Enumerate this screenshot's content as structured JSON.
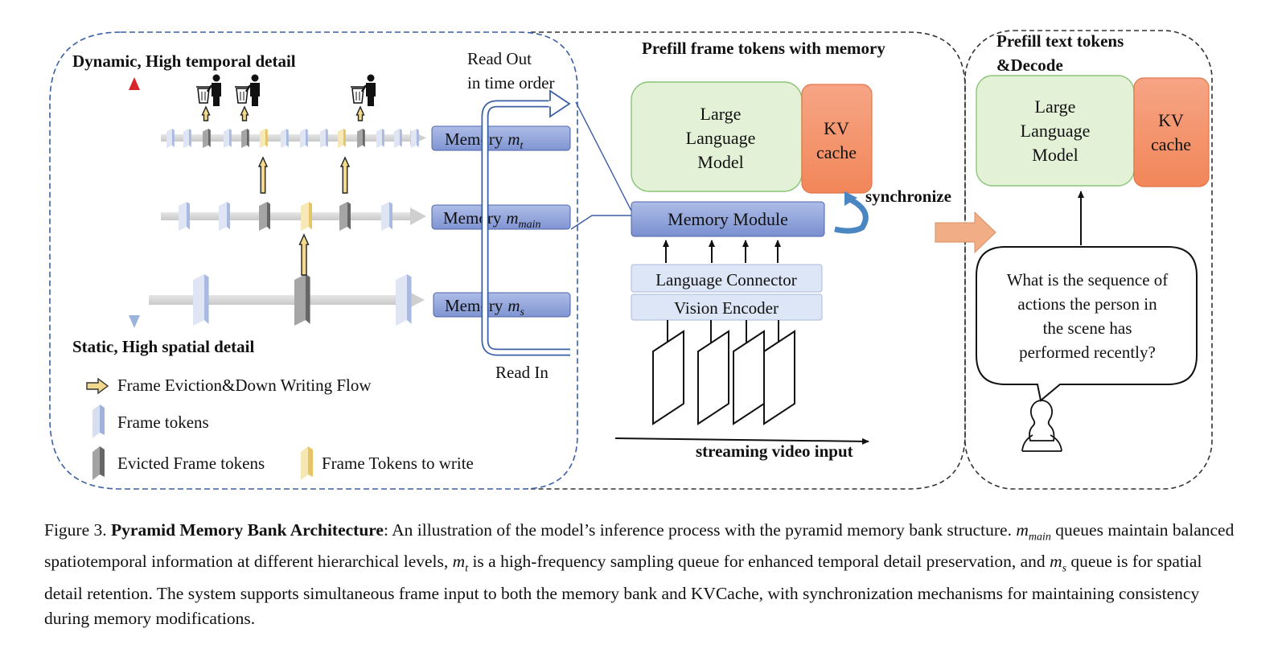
{
  "pyramid": {
    "top_label": "Dynamic, High temporal detail",
    "bottom_label": "Static, High spatial detail",
    "read_out": [
      "Read Out",
      "in time order"
    ],
    "read_in": "Read In",
    "memories": [
      {
        "prefix": "Memory",
        "var": "m",
        "sub": "t"
      },
      {
        "prefix": "Memory",
        "var": "m",
        "sub": "main"
      },
      {
        "prefix": "Memory",
        "var": "m",
        "sub": "s"
      }
    ]
  },
  "legend": {
    "eviction": "Frame Eviction&Down Writing Flow",
    "frame_tokens": "Frame tokens",
    "evicted": "Evicted Frame tokens",
    "to_write": "Frame Tokens to write"
  },
  "prefill_frame": {
    "title": "Prefill frame tokens with memory",
    "llm": [
      "Large",
      "Language",
      "Model"
    ],
    "kv": [
      "KV",
      "cache"
    ],
    "memory_module": "Memory Module",
    "language_connector": "Language Connector",
    "vision_encoder": "Vision Encoder",
    "synchronize": "synchronize",
    "streaming": "streaming video input"
  },
  "prefill_text": {
    "title": [
      "Prefill text tokens",
      "&Decode"
    ],
    "llm": [
      "Large",
      "Language",
      "Model"
    ],
    "kv": [
      "KV",
      "cache"
    ],
    "question": [
      "What is the sequence of",
      "actions the person in",
      "the scene has",
      "performed recently?"
    ]
  },
  "caption": {
    "fig": "Figure 3.",
    "bold": "Pyramid Memory Bank Architecture",
    "t1": ": An illustration of the model’s inference process with the pyramid memory bank structure.",
    "main_var": "m",
    "main_sub": "main",
    "t2": " queues maintain balanced spatiotemporal information at different hierarchical levels, ",
    "t_var": "m",
    "t_sub": "t",
    "t3": " is a high-frequency sampling queue for enhanced temporal detail preservation, and ",
    "s_var": "m",
    "s_sub": "s",
    "t4": " queue is for spatial detail retention. The system supports simultaneous frame input to both the memory bank and KVCache, with synchronization mechanisms for maintaining consistency during memory modifications."
  },
  "colors": {
    "memory_box": "#8fa3dc",
    "llm_fill": "#e3f2d6",
    "llm_stroke": "#8cc47a",
    "kv_fill": "#f4956b",
    "module_fill": "#dde6f6",
    "arrow_orange": "#f1ad86",
    "frame_token": "#b9c6e4",
    "evicted_token": "#7a7a7a",
    "write_token": "#f2d98b",
    "dynamic_red": "#d9232b",
    "static_blue": "#9bb4dc"
  }
}
